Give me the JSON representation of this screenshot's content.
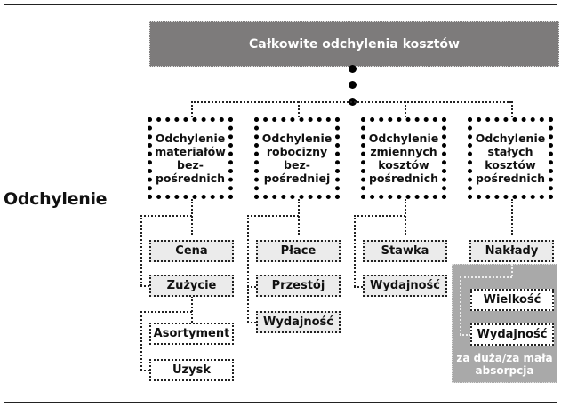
{
  "side_label": "Odchylenie",
  "root": {
    "label": "Całkowite odchylenia kosztów",
    "fill": "#7d7b7b"
  },
  "categories": [
    {
      "label": "Odchylenie\nmateriałów\nbez-\npośrednich",
      "leaves": [
        {
          "label": "Cena",
          "style": "gray"
        },
        {
          "label": "Zużycie",
          "style": "gray"
        },
        {
          "label": "Asortyment",
          "style": "white"
        },
        {
          "label": "Uzysk",
          "style": "white"
        }
      ]
    },
    {
      "label": "Odchylenie\nrobocizny\nbez-\npośredniej",
      "leaves": [
        {
          "label": "Płace",
          "style": "gray"
        },
        {
          "label": "Przestój",
          "style": "gray"
        },
        {
          "label": "Wydajność",
          "style": "gray"
        }
      ]
    },
    {
      "label": "Odchylenie\nzmiennych\nkosztów\npośrednich",
      "leaves": [
        {
          "label": "Stawka",
          "style": "gray"
        },
        {
          "label": "Wydajność",
          "style": "gray"
        }
      ]
    },
    {
      "label": "Odchylenie\nstałych\nkosztów\npośrednich",
      "leaves": [
        {
          "label": "Nakłady",
          "style": "gray"
        },
        {
          "label": "Wielkość",
          "style": "white"
        },
        {
          "label": "Wydajność",
          "style": "white"
        }
      ],
      "group_note": "za duża/za mała\nabsorpcja"
    }
  ]
}
